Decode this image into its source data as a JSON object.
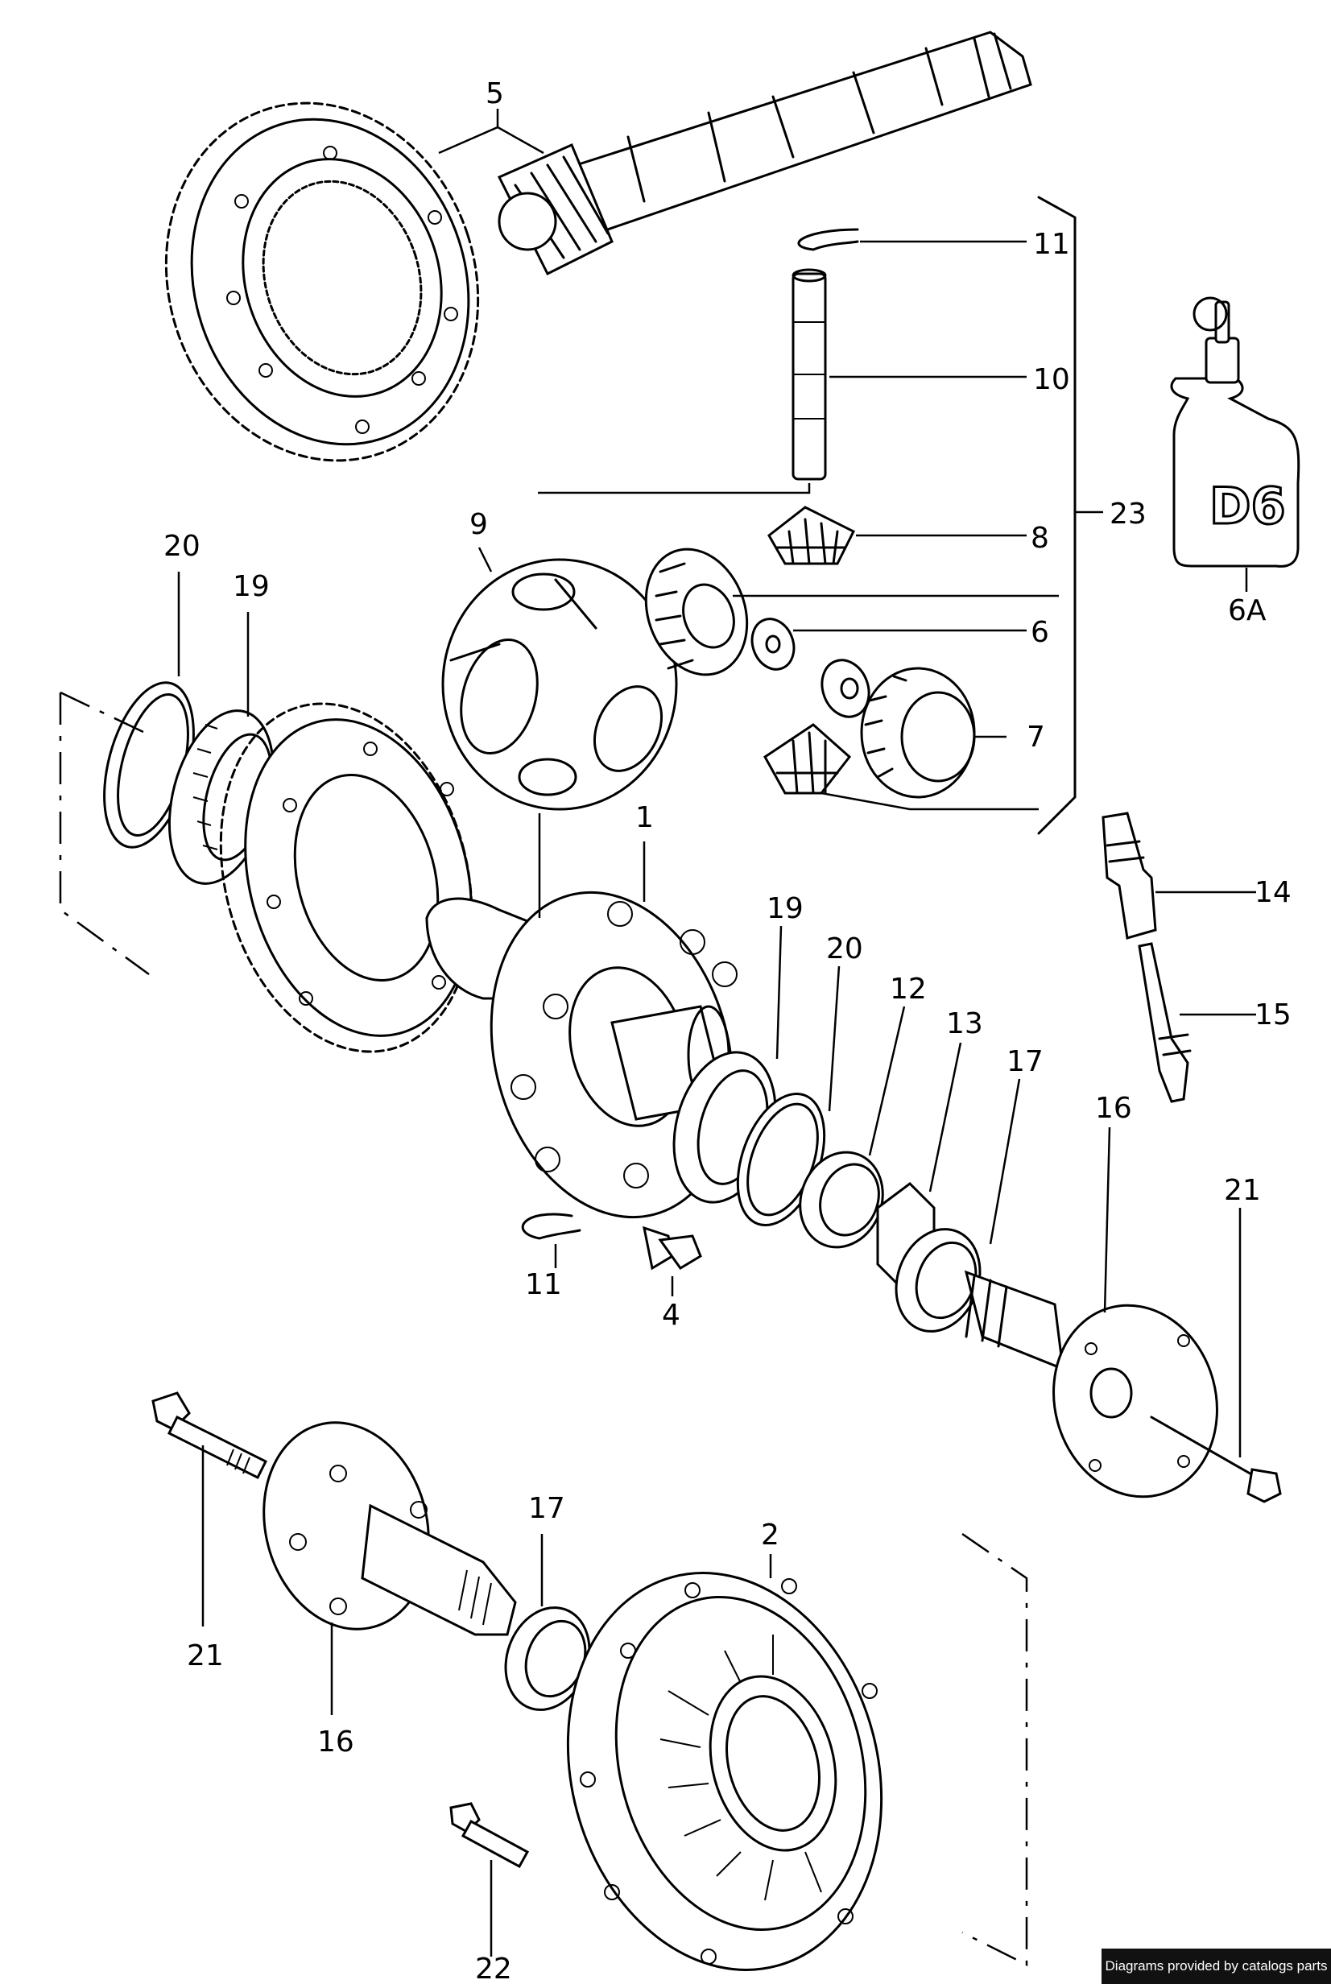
{
  "callouts": {
    "c1": "1",
    "c2": "2",
    "c4": "4",
    "c5": "5",
    "c6": "6",
    "c6a": "6A",
    "c7": "7",
    "c8": "8",
    "c9": "9",
    "c10": "10",
    "c11_top": "11",
    "c11_bottom": "11",
    "c12": "12",
    "c13": "13",
    "c14": "14",
    "c15": "15",
    "c16_right": "16",
    "c16_left": "16",
    "c17_right": "17",
    "c17_left": "17",
    "c19_left": "19",
    "c19_right": "19",
    "c20_left": "20",
    "c20_right": "20",
    "c21_right": "21",
    "c21_left": "21",
    "c22": "22",
    "c23": "23"
  },
  "bottle_label": "D6",
  "credit": "Diagrams provided by catalogs parts"
}
